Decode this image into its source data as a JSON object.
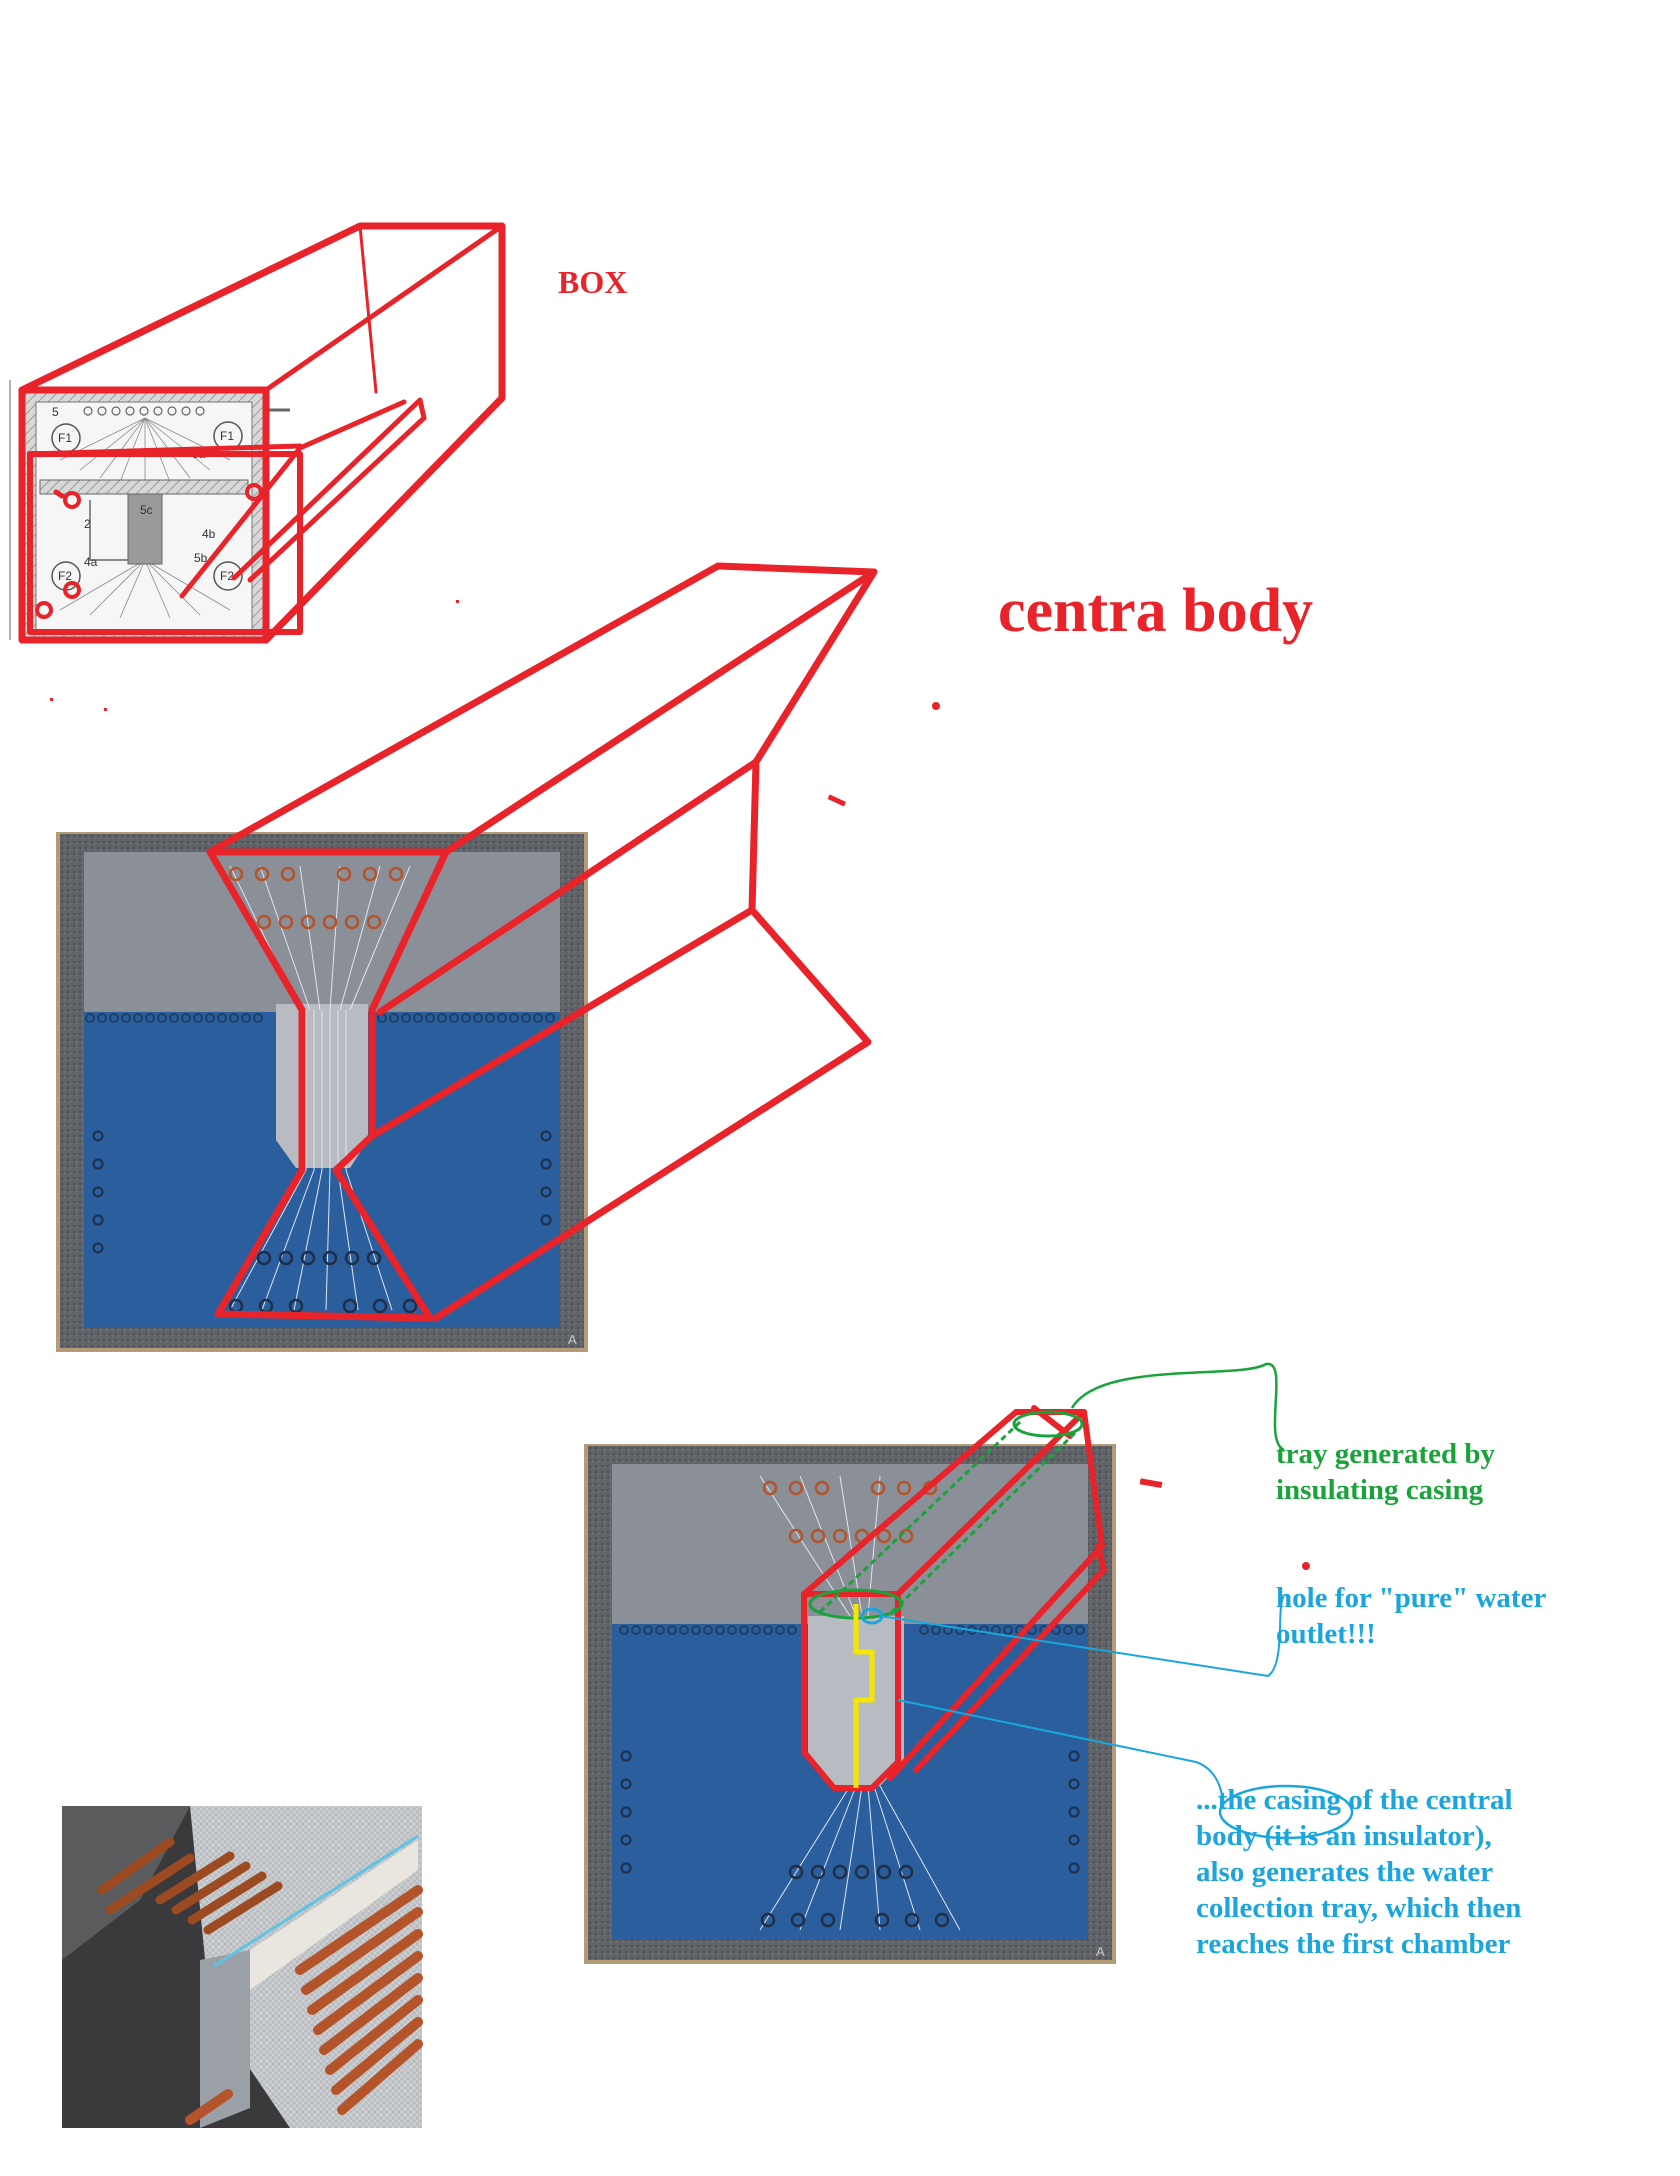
{
  "labels": {
    "box": "BOX",
    "central_body": "centra body",
    "tray_lines": [
      "tray generated by",
      "insulating casing"
    ],
    "hole_lines": [
      "hole for \"pure\" water",
      "outlet!!!"
    ],
    "casing_lines": [
      "...the casing of the central",
      "body (it is an insulator),",
      "also generates the water",
      "collection tray, which then",
      "reaches the first chamber"
    ]
  },
  "schematic_tags": [
    "5",
    "F1",
    "F1",
    "5a",
    "2",
    "5c",
    "4b",
    "4a",
    "5b",
    "F2",
    "F2"
  ],
  "corner_mark": "A",
  "colors": {
    "outline_red": "#e8232a",
    "green": "#1aa33a",
    "cyan": "#1aa6dc",
    "yellow": "#f5e600",
    "water_blue": "#2a5e9c",
    "air_gray": "#8a8f98",
    "frame_granite": "#5c5f63",
    "frame_tan": "#b59a78",
    "copper": "#b4542a"
  }
}
